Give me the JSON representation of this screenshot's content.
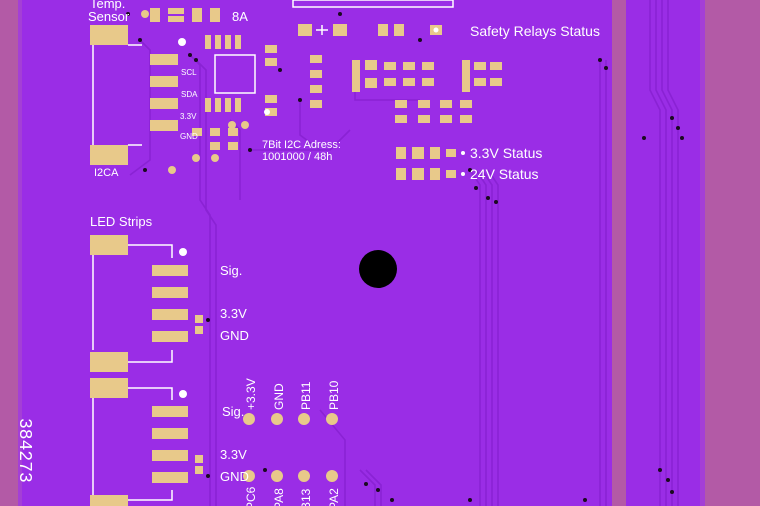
{
  "labels": {
    "temp_sensor_line1": "Temp.",
    "temp_sensor_line2": "Sensor",
    "current_rating": "8A",
    "safety_relays_status": "Safety Relays Status",
    "scl": "SCL",
    "sda": "SDA",
    "v33_small": "3.3V",
    "gnd_small": "GND",
    "i2c_address_line1": "7Bit I2C Adress:",
    "i2c_address_line2": "1001000 / 48h",
    "status_33v": "3.3V Status",
    "status_24v": "24V Status",
    "i2ca": "I2CA",
    "led_strips": "LED Strips",
    "sig_1": "Sig.",
    "v33_1": "3.3V",
    "gnd_1": "GND",
    "sig_2": "Sig.",
    "v33_2": "3.3V",
    "gnd_2": "GND",
    "pin_33v": "+3.3V",
    "pin_gnd": "GND",
    "pin_pb11": "PB11",
    "pin_pb10": "PB10",
    "pin_pc6": "PC6",
    "pin_pa8": "PA8",
    "pin_b13": "B13",
    "pin_pa2": "PA2",
    "side_number": "384273"
  },
  "colors": {
    "board": "#9a2de6",
    "copper_zone": "#b35aa6",
    "pad": "#e8c98a",
    "silkscreen": "#ffffff",
    "hole": "#000000"
  }
}
